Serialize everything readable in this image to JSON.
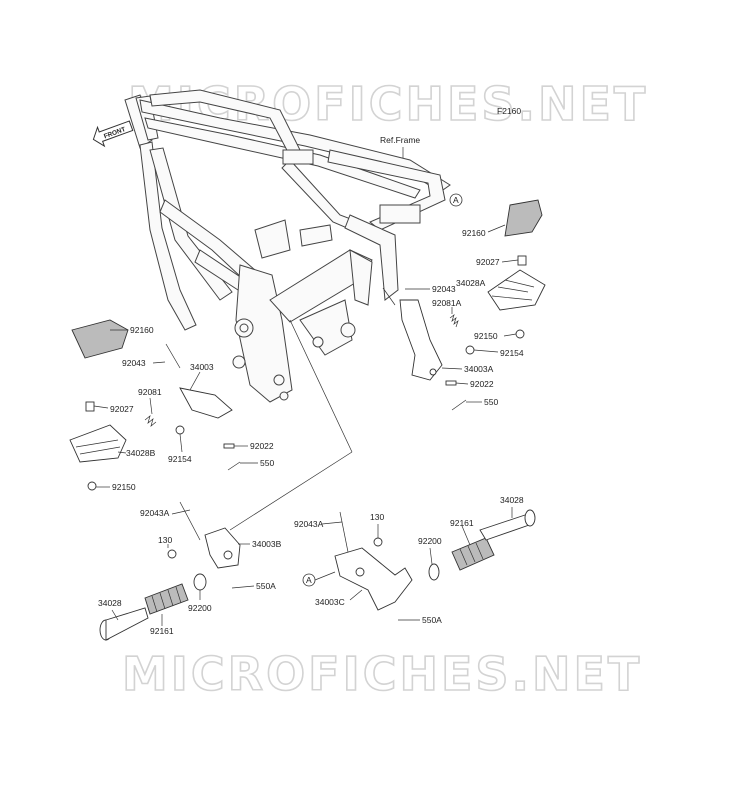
{
  "diagram": {
    "code": "F2160",
    "ref_frame": "Ref.Frame",
    "front_label": "FRONT",
    "callout_a": "A",
    "watermark_top": "MICROFICHES.NET",
    "watermark_bottom": "MICROFICHES.NET"
  },
  "labels": {
    "r_92160": "92160",
    "r_92027": "92027",
    "r_34028A": "34028A",
    "r_92150": "92150",
    "r_92154": "92154",
    "r_92043": "92043",
    "r_92081A": "92081A",
    "r_34003A": "34003A",
    "r_92022": "92022",
    "r_550": "550",
    "l_92160": "92160",
    "l_92043": "92043",
    "l_34003": "34003",
    "l_92081": "92081",
    "l_92027": "92027",
    "l_34028B": "34028B",
    "l_92154": "92154",
    "l_92022": "92022",
    "l_550": "550",
    "l_92150": "92150",
    "bl_92043A": "92043A",
    "bl_130": "130",
    "bl_34003B": "34003B",
    "bl_550A": "550A",
    "bl_92200": "92200",
    "bl_34028": "34028",
    "bl_92161": "92161",
    "br_92043A": "92043A",
    "br_130": "130",
    "br_92200": "92200",
    "br_92161": "92161",
    "br_34028": "34028",
    "br_34003C": "34003C",
    "br_550A": "550A",
    "br_A": "A"
  }
}
